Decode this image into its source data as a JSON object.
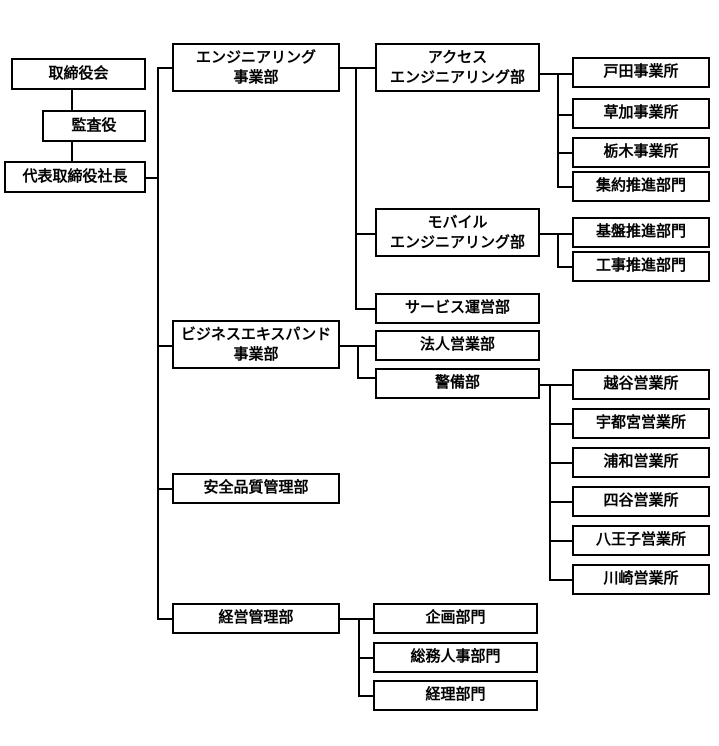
{
  "diagram": {
    "type": "org-chart",
    "title": "",
    "orientation": "left-to-right",
    "colors": {
      "box_border": "#000000",
      "box_fill": "#ffffff",
      "connector": "#000000",
      "text": "#000000",
      "background": "#ffffff"
    },
    "nodes": {
      "board_of_directors": {
        "label": "取締役会"
      },
      "auditor": {
        "label": "監査役"
      },
      "president": {
        "label": "代表取締役社長"
      },
      "engineering_division": {
        "label": "エンジニアリング\n事業部"
      },
      "access_engineering_dept": {
        "label": "アクセス\nエンジニアリング部"
      },
      "toda_office": {
        "label": "戸田事業所"
      },
      "soka_office": {
        "label": "草加事業所"
      },
      "tochigi_office": {
        "label": "栃木事業所"
      },
      "consolidation_promotion_section": {
        "label": "集約推進部門"
      },
      "mobile_engineering_dept": {
        "label": "モバイル\nエンジニアリング部"
      },
      "infrastructure_promotion_section": {
        "label": "基盤推進部門"
      },
      "construction_promotion_section": {
        "label": "工事推進部門"
      },
      "service_operations_dept": {
        "label": "サービス運営部"
      },
      "business_expand_division": {
        "label": "ビジネスエキスパンド\n事業部"
      },
      "corporate_sales_dept": {
        "label": "法人営業部"
      },
      "security_dept": {
        "label": "警備部"
      },
      "koshigaya_sales_office": {
        "label": "越谷営業所"
      },
      "utsunomiya_sales_office": {
        "label": "宇都宮営業所"
      },
      "urawa_sales_office": {
        "label": "浦和営業所"
      },
      "yotsuya_sales_office": {
        "label": "四谷営業所"
      },
      "hachioji_sales_office": {
        "label": "八王子営業所"
      },
      "kawasaki_sales_office": {
        "label": "川崎営業所"
      },
      "safety_quality_management_dept": {
        "label": "安全品質管理部"
      },
      "management_administration_dept": {
        "label": "経営管理部"
      },
      "planning_section": {
        "label": "企画部門"
      },
      "general_affairs_hr_section": {
        "label": "総務人事部門"
      },
      "accounting_section": {
        "label": "経理部門"
      }
    }
  }
}
